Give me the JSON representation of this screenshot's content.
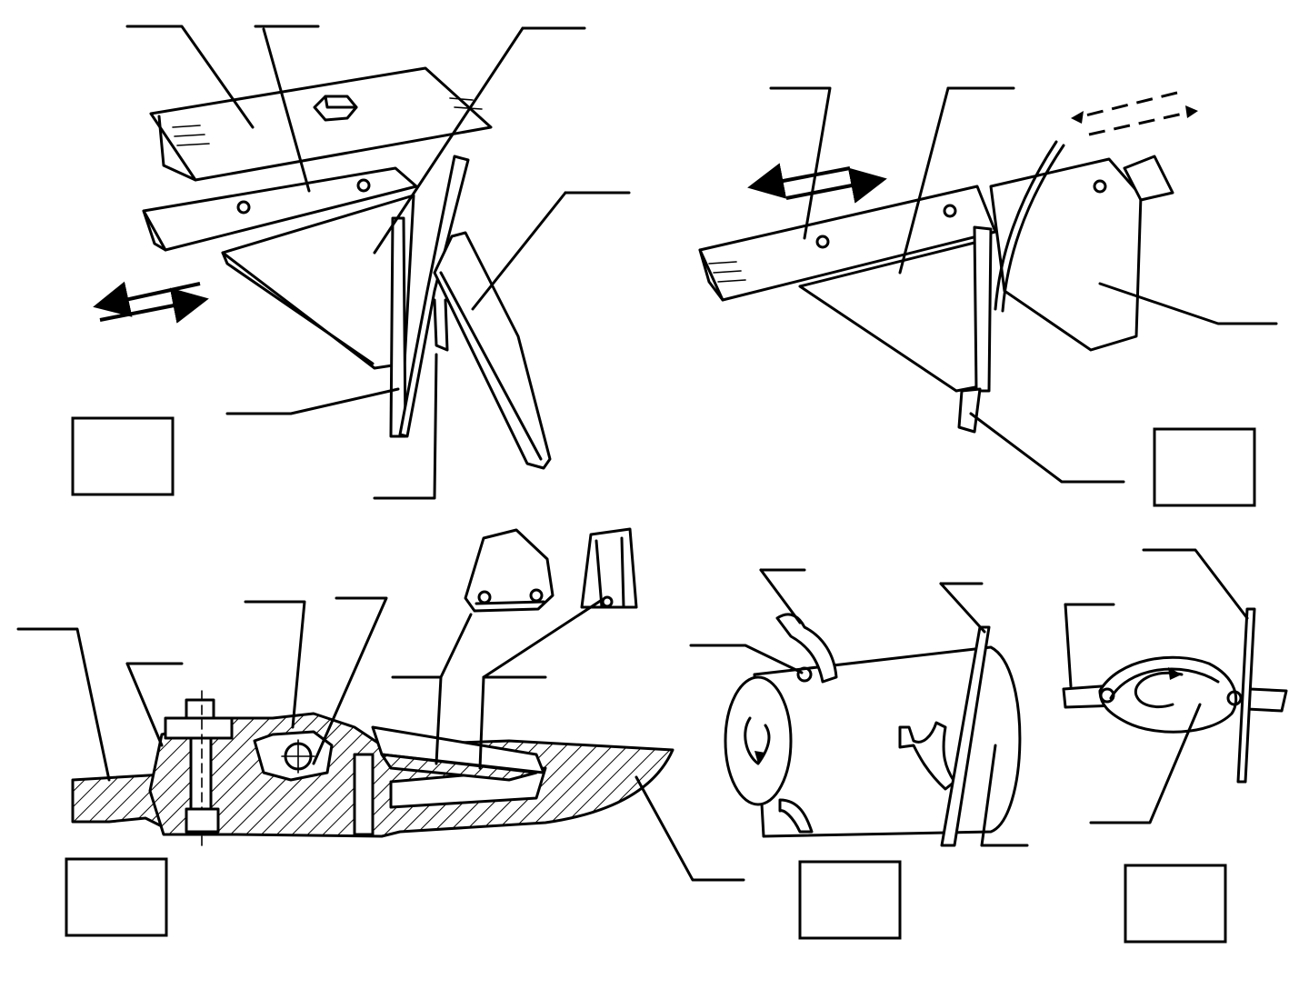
{
  "figure": {
    "panels": [
      {
        "id": "a",
        "answer": ""
      },
      {
        "id": "b",
        "answer": ""
      },
      {
        "id": "c",
        "answer": ""
      },
      {
        "id": "d",
        "answer": ""
      },
      {
        "id": "e",
        "answer": ""
      }
    ]
  }
}
